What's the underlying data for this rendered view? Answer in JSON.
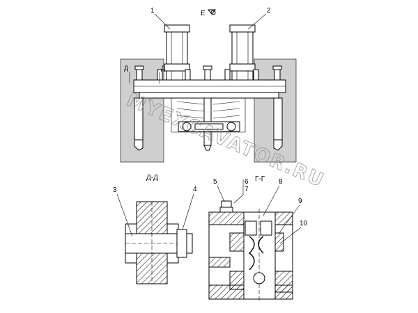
{
  "labels": {
    "view_e": "Е",
    "callout_1": "1",
    "callout_2": "2",
    "callout_3": "3",
    "callout_4": "4",
    "callout_5": "5",
    "callout_6": "6",
    "callout_7": "7",
    "callout_8": "8",
    "callout_9": "9",
    "callout_10": "10",
    "cut_d_left": "Д",
    "cut_d_right": "Д",
    "section_dd": "Д-Д",
    "section_gg": "Г-Г"
  },
  "watermark": "MYEXCAVATOR.RU"
}
